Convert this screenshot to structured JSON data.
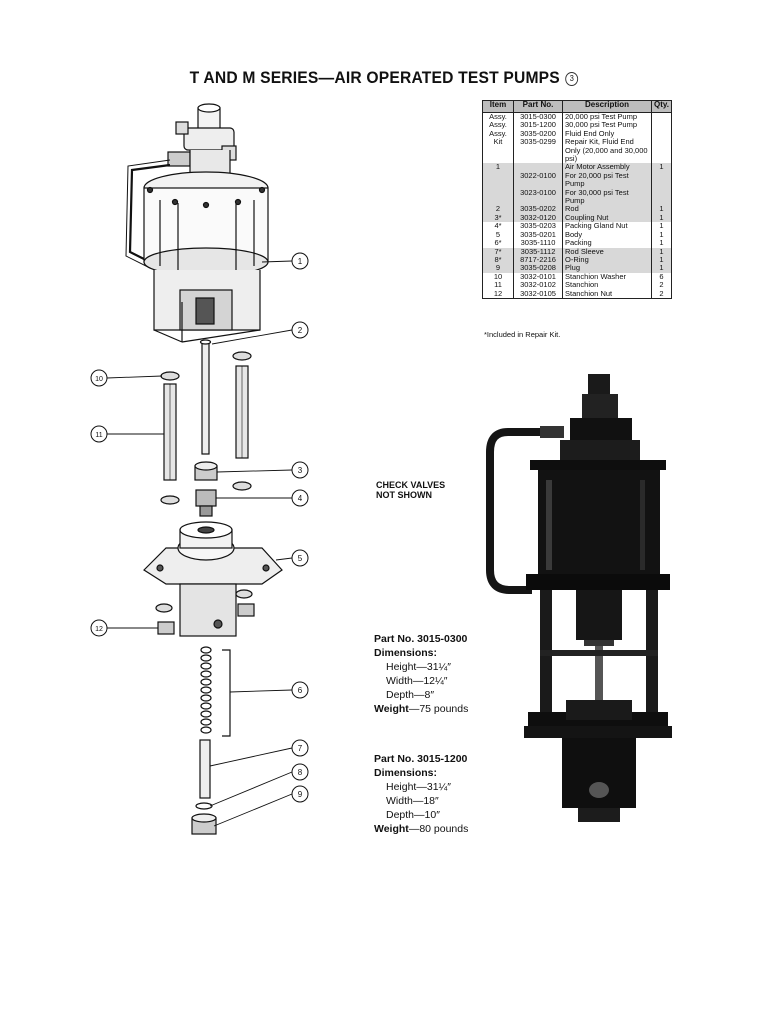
{
  "title": "T AND M SERIES—AIR OPERATED TEST PUMPS",
  "page_mark": "3",
  "parts_table": {
    "headers": [
      "Item",
      "Part No.",
      "Description",
      "Qty."
    ],
    "rows": [
      {
        "item": "Assy.",
        "part": "3015-0300",
        "desc": "20,000 psi Test Pump",
        "qty": "",
        "shade": false
      },
      {
        "item": "Assy.",
        "part": "3015-1200",
        "desc": "30,000 psi Test Pump",
        "qty": "",
        "shade": false
      },
      {
        "item": "Assy.",
        "part": "3035-0200",
        "desc": "Fluid End Only",
        "qty": "",
        "shade": false
      },
      {
        "item": "Kit",
        "part": "3035-0299",
        "desc": "Repair Kit, Fluid End Only (20,000 and 30,000 psi)",
        "qty": "",
        "shade": false
      },
      {
        "item": "1",
        "part": "",
        "desc": "Air Motor Assembly",
        "qty": "1",
        "shade": true
      },
      {
        "item": "",
        "part": "3022-0100",
        "desc": "For 20,000 psi Test Pump",
        "qty": "",
        "shade": true
      },
      {
        "item": "",
        "part": "3023-0100",
        "desc": "For 30,000 psi Test Pump",
        "qty": "",
        "shade": true
      },
      {
        "item": "2",
        "part": "3035-0202",
        "desc": "Rod",
        "qty": "1",
        "shade": true
      },
      {
        "item": "3*",
        "part": "3032-0120",
        "desc": "Coupling Nut",
        "qty": "1",
        "shade": true
      },
      {
        "item": "4*",
        "part": "3035-0203",
        "desc": "Packing Gland Nut",
        "qty": "1",
        "shade": false
      },
      {
        "item": "5",
        "part": "3035-0201",
        "desc": "Body",
        "qty": "1",
        "shade": false
      },
      {
        "item": "6*",
        "part": "3035-1110",
        "desc": "Packing",
        "qty": "1",
        "shade": false
      },
      {
        "item": "7*",
        "part": "3035-1112",
        "desc": "Rod Sleeve",
        "qty": "1",
        "shade": true
      },
      {
        "item": "8*",
        "part": "8717-2216",
        "desc": "O-Ring",
        "qty": "1",
        "shade": true
      },
      {
        "item": "9",
        "part": "3035-0208",
        "desc": "Plug",
        "qty": "1",
        "shade": true
      },
      {
        "item": "10",
        "part": "3032-0101",
        "desc": "Stanchion Washer",
        "qty": "6",
        "shade": false
      },
      {
        "item": "11",
        "part": "3032-0102",
        "desc": "Stanchion",
        "qty": "2",
        "shade": false
      },
      {
        "item": "12",
        "part": "3032-0105",
        "desc": "Stanchion Nut",
        "qty": "2",
        "shade": false
      }
    ],
    "footnote": "*Included in Repair Kit."
  },
  "check_valves": [
    "CHECK VALVES",
    "NOT SHOWN"
  ],
  "specs": [
    {
      "part_no": "Part No. 3015-0300",
      "dimensions_label": "Dimensions:",
      "height": "Height—31¼″",
      "width": "Width—12¼″",
      "depth": "Depth—8″",
      "weight_label": "Weight",
      "weight": "—75 pounds"
    },
    {
      "part_no": "Part No. 3015-1200",
      "dimensions_label": "Dimensions:",
      "height": "Height—31¼″",
      "width": "Width—18″",
      "depth": "Depth—10″",
      "weight_label": "Weight",
      "weight": "—80 pounds"
    }
  ],
  "callouts": [
    "1",
    "2",
    "3",
    "4",
    "5",
    "6",
    "7",
    "8",
    "9",
    "10",
    "11",
    "12"
  ]
}
